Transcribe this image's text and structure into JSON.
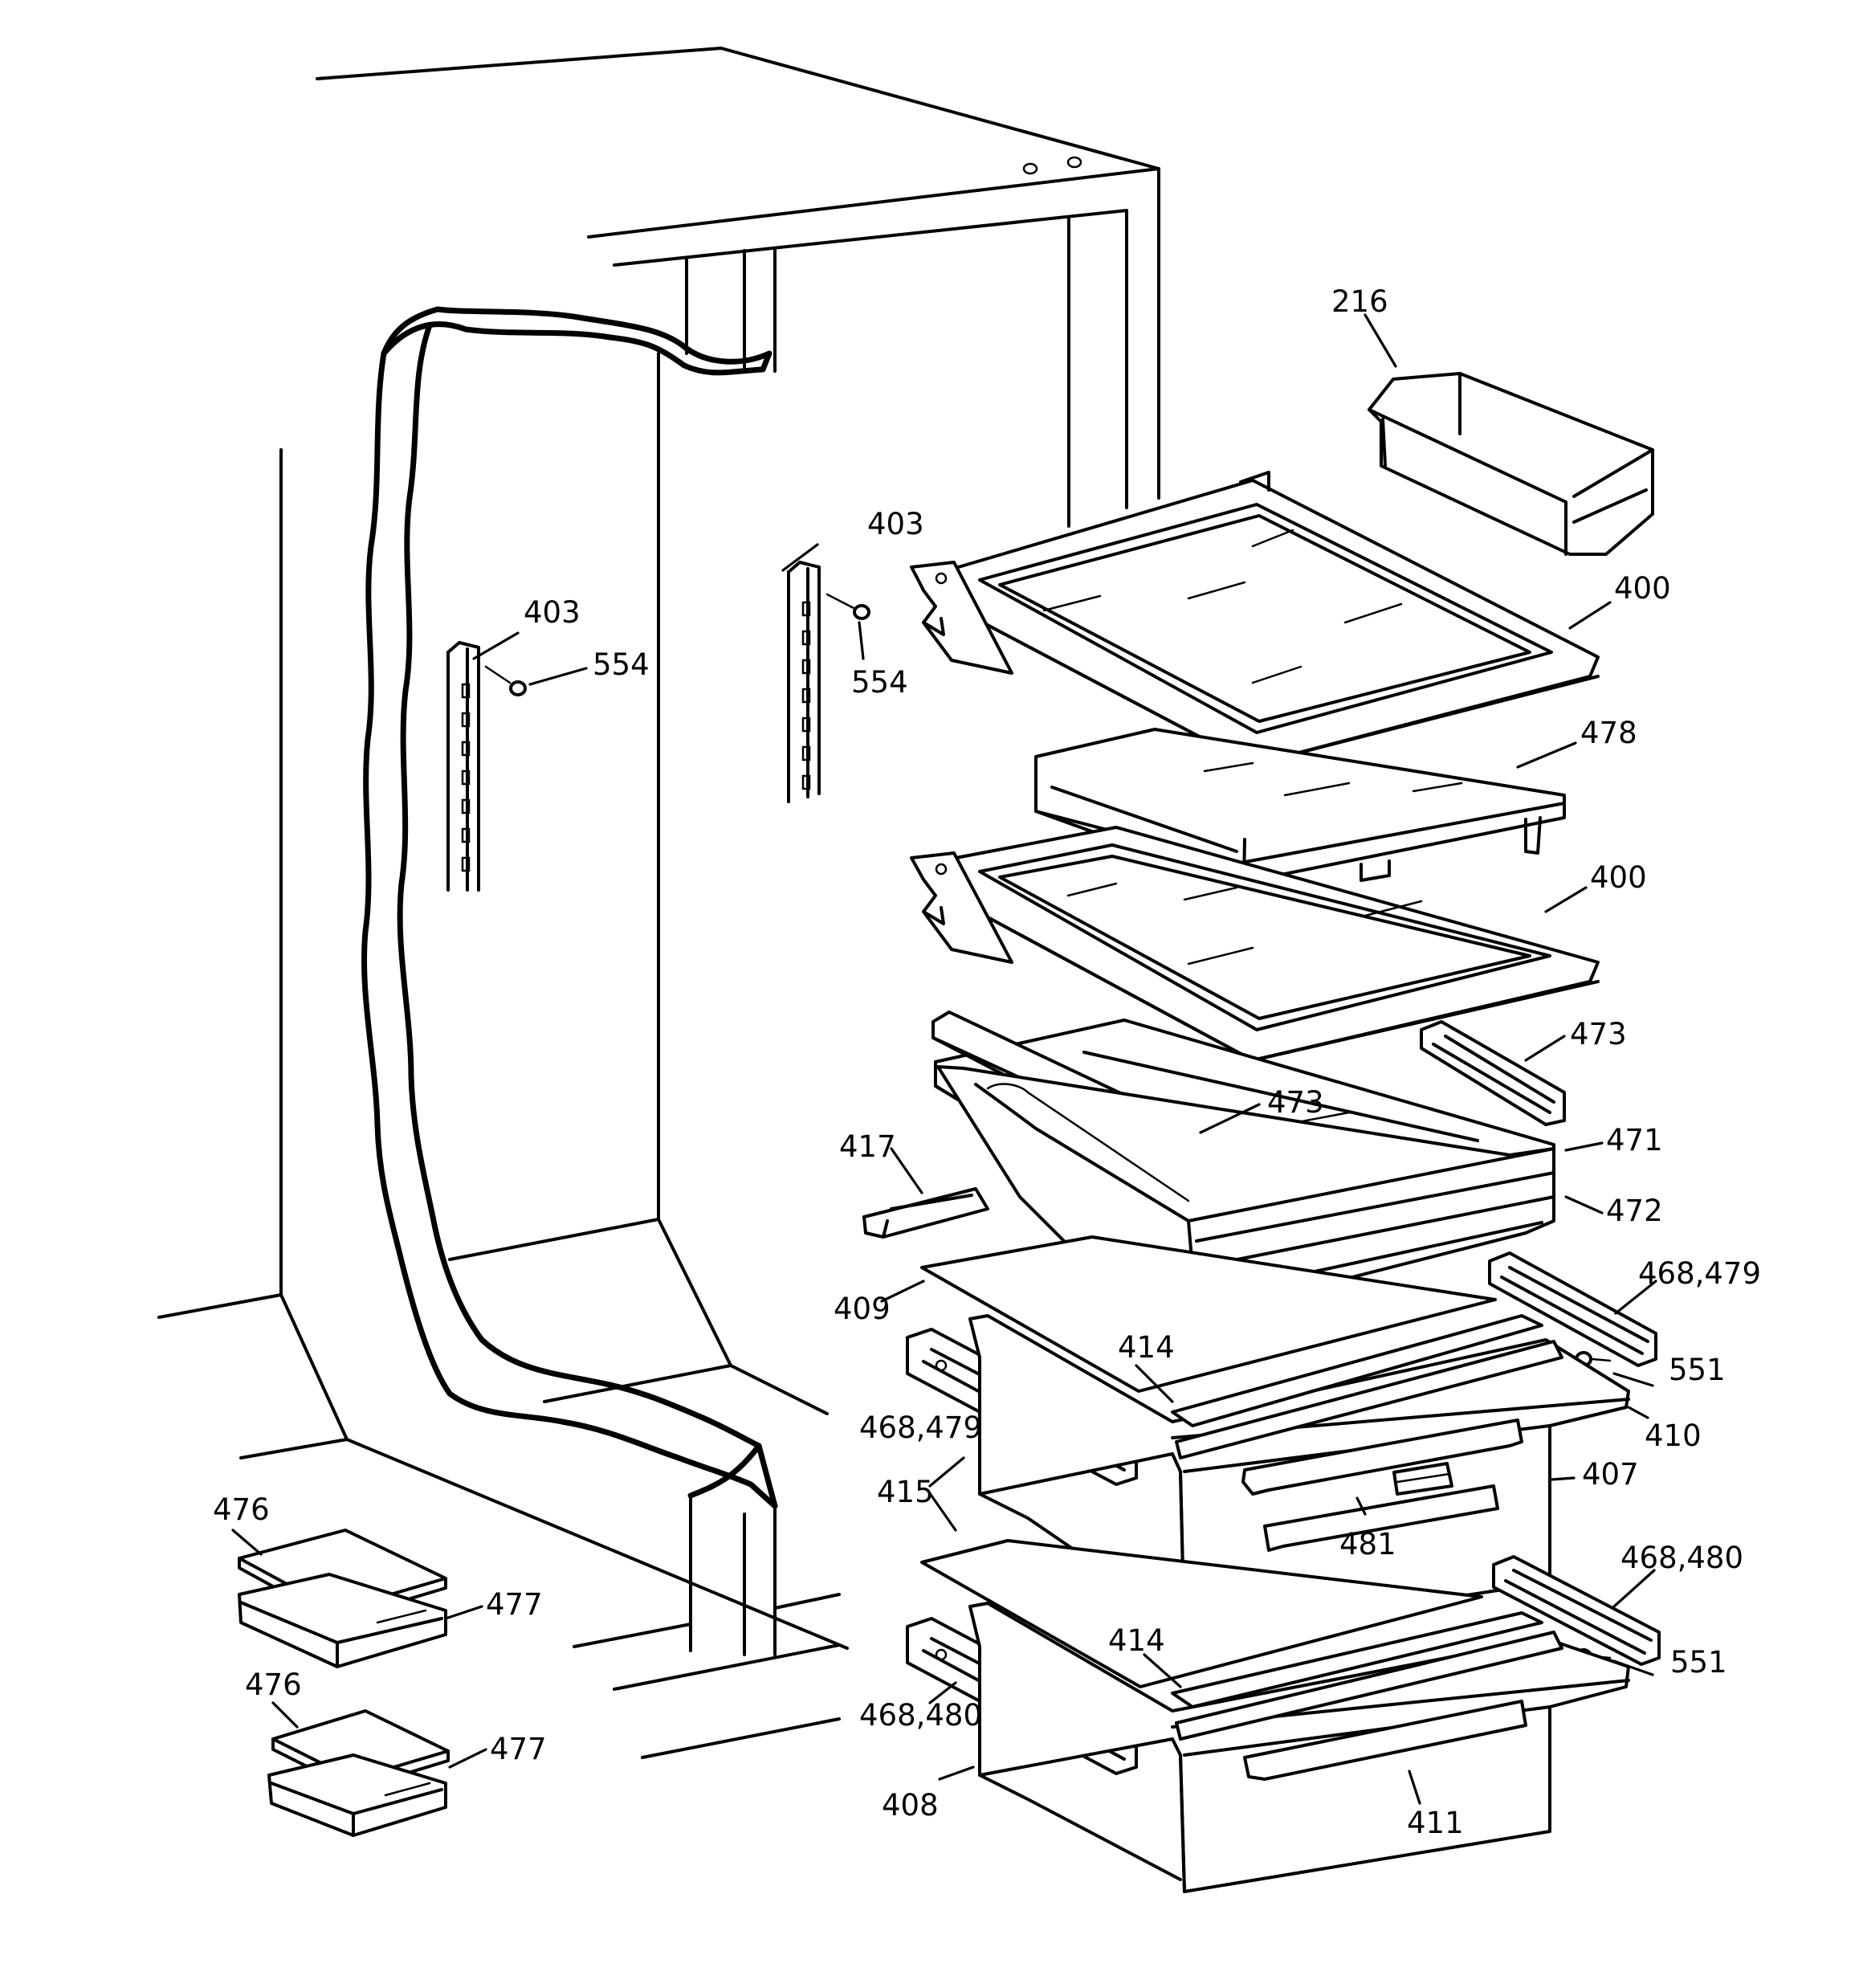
{
  "diagram": {
    "callouts": [
      {
        "id": "216a",
        "label": "216"
      },
      {
        "id": "400a",
        "label": "400"
      },
      {
        "id": "478a",
        "label": "478"
      },
      {
        "id": "400b",
        "label": "400"
      },
      {
        "id": "473a",
        "label": "473"
      },
      {
        "id": "473b",
        "label": "473"
      },
      {
        "id": "471a",
        "label": "471"
      },
      {
        "id": "472a",
        "label": "472"
      },
      {
        "id": "417a",
        "label": "417"
      },
      {
        "id": "409a",
        "label": "409"
      },
      {
        "id": "468479a",
        "label": "468,479"
      },
      {
        "id": "468479b",
        "label": "468,479"
      },
      {
        "id": "551a",
        "label": "551"
      },
      {
        "id": "414a",
        "label": "414"
      },
      {
        "id": "410a",
        "label": "410"
      },
      {
        "id": "407a",
        "label": "407"
      },
      {
        "id": "481a",
        "label": "481"
      },
      {
        "id": "415a",
        "label": "415"
      },
      {
        "id": "468480a",
        "label": "468,480"
      },
      {
        "id": "468480b",
        "label": "468,480"
      },
      {
        "id": "551b",
        "label": "551"
      },
      {
        "id": "414b",
        "label": "414"
      },
      {
        "id": "411a",
        "label": "411"
      },
      {
        "id": "408a",
        "label": "408"
      },
      {
        "id": "403a",
        "label": "403"
      },
      {
        "id": "403b",
        "label": "403"
      },
      {
        "id": "554a",
        "label": "554"
      },
      {
        "id": "554b",
        "label": "554"
      },
      {
        "id": "476a",
        "label": "476"
      },
      {
        "id": "477a",
        "label": "477"
      },
      {
        "id": "476b",
        "label": "476"
      },
      {
        "id": "477b",
        "label": "477"
      }
    ]
  }
}
